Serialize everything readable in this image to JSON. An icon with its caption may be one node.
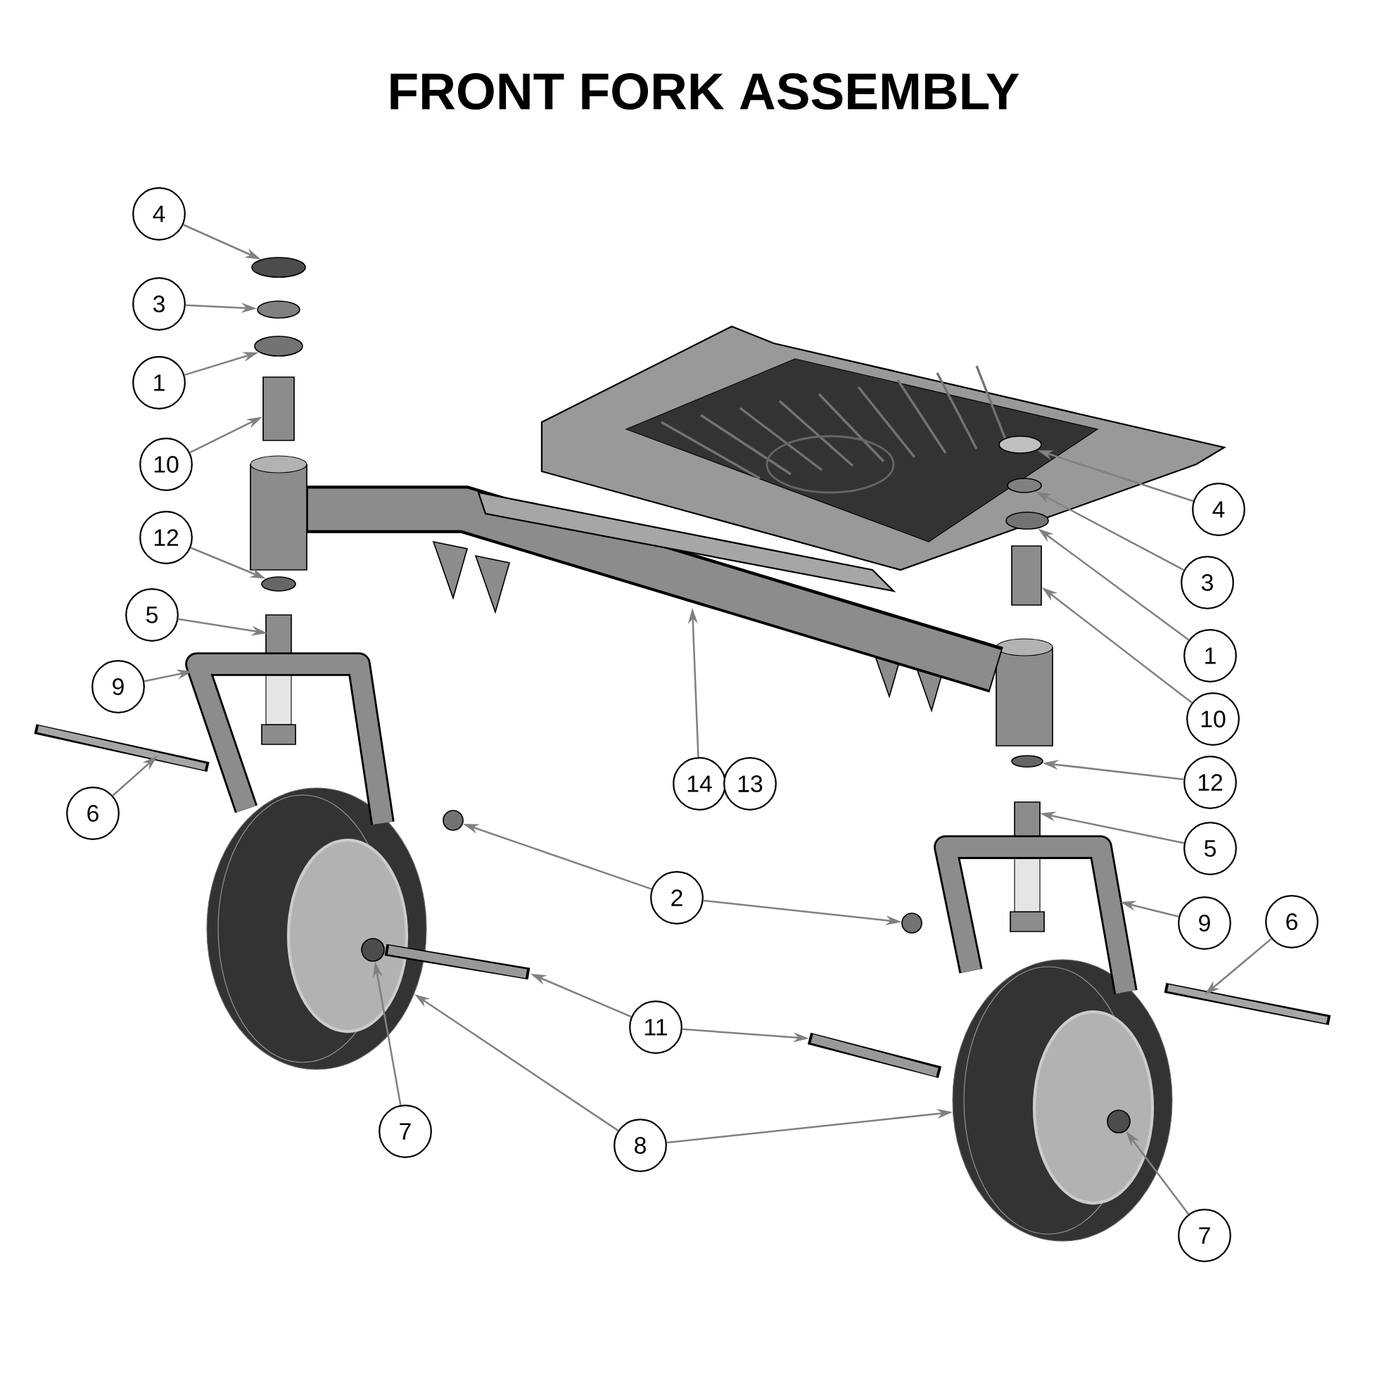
{
  "diagram": {
    "title": "FRONT FORK ASSEMBLY",
    "nodes": [
      {
        "text": [
          "4"
        ]
      },
      {
        "text": [
          "3"
        ]
      },
      {
        "text": [
          "1"
        ]
      },
      {
        "text": [
          "10"
        ]
      },
      {
        "text": [
          "4"
        ]
      },
      {
        "text": [
          "3"
        ]
      },
      {
        "text": [
          "12"
        ]
      },
      {
        "text": [
          "1"
        ]
      },
      {
        "text": [
          "5"
        ]
      },
      {
        "text": [
          "9"
        ]
      },
      {
        "text": [
          "10"
        ]
      },
      {
        "text": [
          "14"
        ]
      },
      {
        "text": [
          "13"
        ]
      },
      {
        "text": [
          "12"
        ]
      },
      {
        "text": [
          "6"
        ]
      },
      {
        "text": [
          "5"
        ]
      },
      {
        "text": [
          "2"
        ]
      },
      {
        "text": [
          "9"
        ]
      },
      {
        "text": [
          "6"
        ]
      },
      {
        "text": [
          "11"
        ]
      },
      {
        "text": [
          "7"
        ]
      },
      {
        "text": [
          "8"
        ]
      },
      {
        "text": [
          "7"
        ]
      },
      {
        "text": [],
        "shape": "picture"
      },
      {
        "text": [],
        "shape": "circle"
      },
      {
        "text": [],
        "shape": "circle"
      },
      {
        "text": [],
        "shape": "circle"
      },
      {
        "text": [],
        "shape": "box"
      },
      {
        "text": [],
        "shape": "circle"
      },
      {
        "text": [],
        "shape": "circle"
      },
      {
        "text": [],
        "shape": "circle"
      },
      {
        "text": [],
        "shape": "box"
      },
      {
        "text": [],
        "shape": "circle"
      },
      {
        "text": [],
        "shape": "circle"
      },
      {
        "text": [],
        "shape": "picture"
      },
      {
        "text": [],
        "shape": "picture"
      },
      {
        "text": [],
        "shape": "circle",
        "in": 34
      },
      {
        "text": [],
        "shape": "circle",
        "in": 35
      },
      {
        "text": [],
        "shape": "picture"
      },
      {
        "text": [],
        "shape": "picture"
      },
      {
        "text": [],
        "shape": "picture"
      },
      {
        "text": [],
        "shape": "picture"
      },
      {
        "text": [],
        "shape": "picture"
      },
      {
        "text": [],
        "shape": "picture"
      },
      {
        "text": [],
        "shape": "circle"
      },
      {
        "text": [],
        "shape": "circle"
      },
      {
        "text": [],
        "shape": "picture"
      },
      {
        "text": [],
        "shape": "picture"
      }
    ],
    "edges": [
      {
        "from": 0,
        "to": 24,
        "arrow": "to"
      },
      {
        "from": 1,
        "to": 25,
        "arrow": "to"
      },
      {
        "from": 2,
        "to": 26,
        "arrow": "to"
      },
      {
        "from": 3,
        "to": 27,
        "arrow": "to"
      },
      {
        "from": 4,
        "to": 28,
        "arrow": "to"
      },
      {
        "from": 5,
        "to": 29,
        "arrow": "to"
      },
      {
        "from": 6,
        "to": 32,
        "arrow": "to"
      },
      {
        "from": 7,
        "to": 30,
        "arrow": "to"
      },
      {
        "from": 8,
        "to": 38,
        "arrow": "to"
      },
      {
        "from": 9,
        "to": 40,
        "arrow": "to"
      },
      {
        "from": 10,
        "to": 31,
        "arrow": "to"
      },
      {
        "from": 11,
        "to": 23,
        "arrow": "to"
      },
      {
        "from": 13,
        "to": 33,
        "arrow": "to"
      },
      {
        "from": 14,
        "to": 42,
        "arrow": "to"
      },
      {
        "from": 15,
        "to": 39,
        "arrow": "to"
      },
      {
        "from": 16,
        "to": 44,
        "arrow": "to"
      },
      {
        "from": 16,
        "to": 45,
        "arrow": "to"
      },
      {
        "from": 17,
        "to": 41,
        "arrow": "to"
      },
      {
        "from": 18,
        "to": 43,
        "arrow": "to"
      },
      {
        "from": 19,
        "to": 46,
        "arrow": "to"
      },
      {
        "from": 19,
        "to": 47,
        "arrow": "to"
      },
      {
        "from": 20,
        "to": 36,
        "arrow": "to"
      },
      {
        "from": 21,
        "to": 34,
        "arrow": "to"
      },
      {
        "from": 21,
        "to": 35,
        "arrow": "to"
      },
      {
        "from": 22,
        "to": 37,
        "arrow": "to"
      }
    ]
  }
}
